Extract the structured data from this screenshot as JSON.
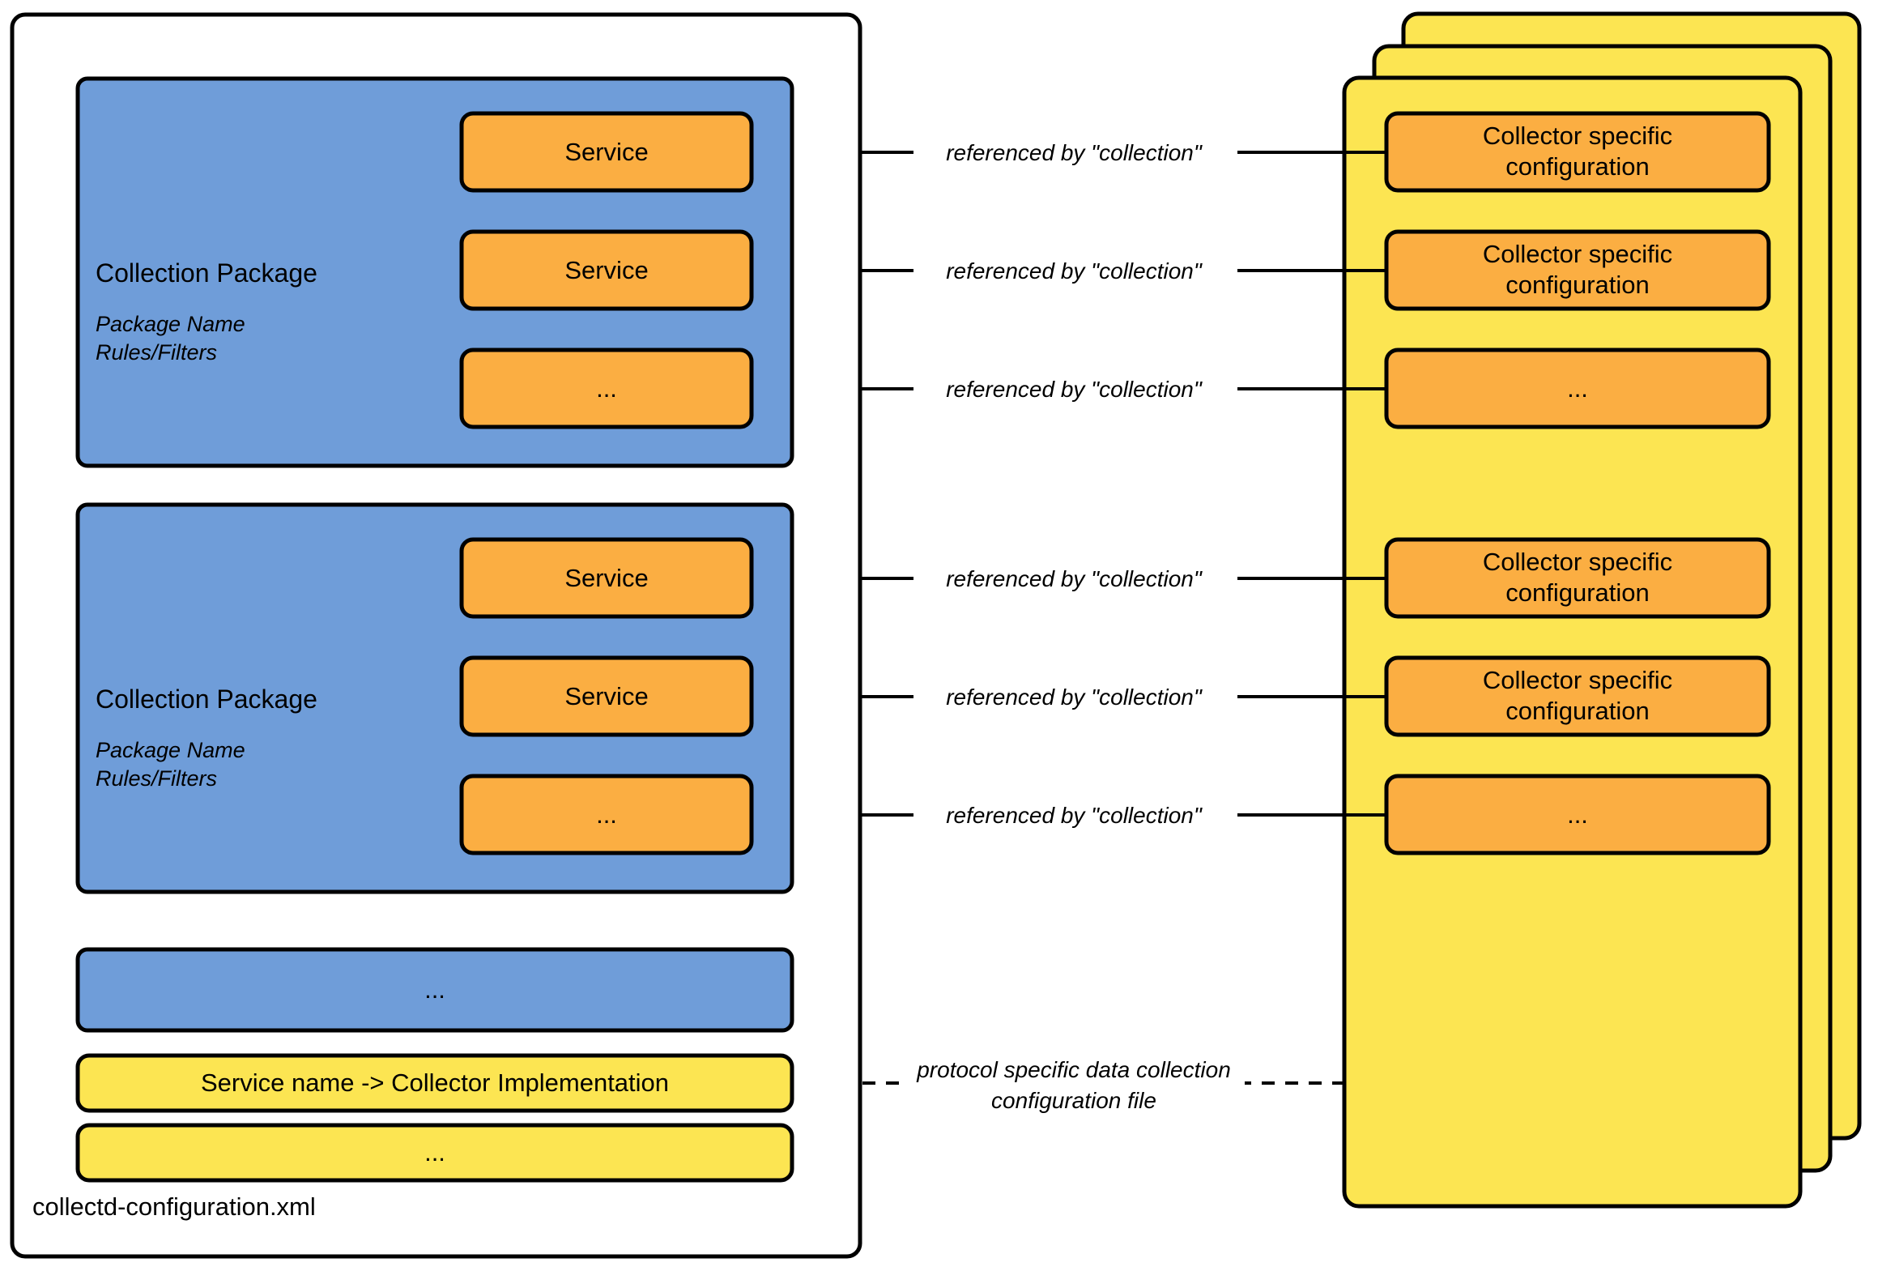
{
  "diagram": {
    "title_footer": "collectd-configuration.xml",
    "colors": {
      "package_blue": "#6F9DD9",
      "service_orange": "#FBAE42",
      "card_yellow": "#FCE552",
      "mapping_yellow": "#FCE552",
      "stroke": "#000000",
      "canvas": "#FFFFFF"
    },
    "left_container": {
      "name": "collectd-configuration.xml",
      "packages": [
        {
          "title": "Collection Package",
          "sub_lines": [
            "Package Name",
            "Rules/Filters"
          ],
          "services": [
            "Service",
            "Service",
            "..."
          ]
        },
        {
          "title": "Collection Package",
          "sub_lines": [
            "Package Name",
            "Rules/Filters"
          ],
          "services": [
            "Service",
            "Service",
            "..."
          ]
        }
      ],
      "more_packages_label": "...",
      "mapping_rows": [
        "Service name -> Collector Implementation",
        "..."
      ]
    },
    "edge_labels": {
      "collection_reference": "referenced by \"collection\"",
      "protocol_file_line1": "protocol specific data collection",
      "protocol_file_line2": "configuration file"
    },
    "right_stack": {
      "card_count": 3,
      "entries": [
        {
          "line1": "Collector specific",
          "line2": "configuration"
        },
        {
          "line1": "Collector specific",
          "line2": "configuration"
        },
        {
          "line1": "...",
          "line2": ""
        },
        {
          "line1": "Collector specific",
          "line2": "configuration"
        },
        {
          "line1": "Collector specific",
          "line2": "configuration"
        },
        {
          "line1": "...",
          "line2": ""
        }
      ]
    }
  }
}
